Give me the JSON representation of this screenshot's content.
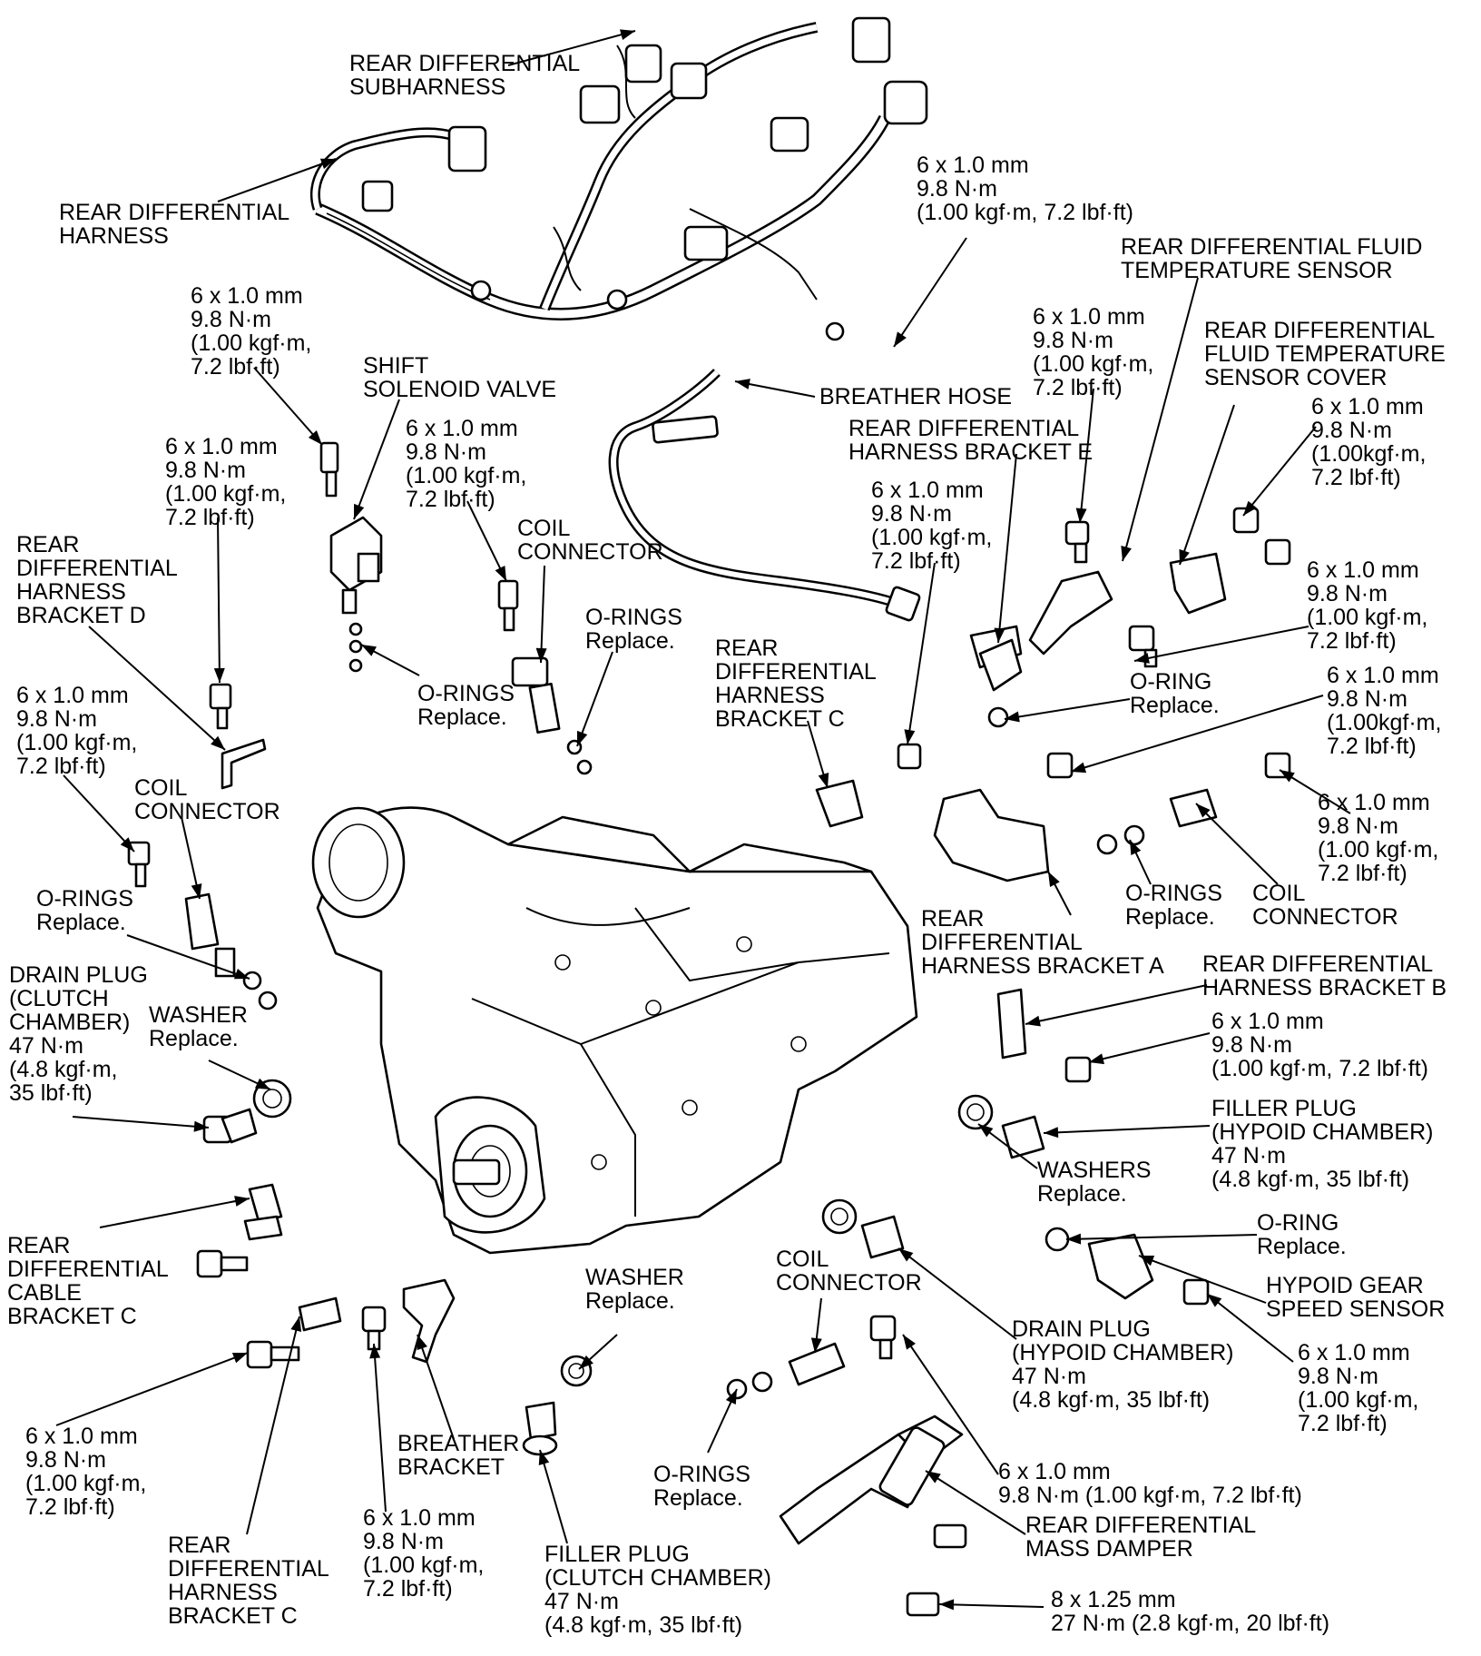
{
  "labels": {
    "rear_diff_subharness": [
      "REAR DIFFERENTIAL",
      "SUBHARNESS"
    ],
    "rear_diff_harness": [
      "REAR DIFFERENTIAL",
      "HARNESS"
    ],
    "torque_harness_bolt": [
      "6 x 1.0 mm",
      "9.8 N·m",
      "(1.00 kgf·m, 7.2 lbf·ft)"
    ],
    "fluid_temp_sensor": [
      "REAR DIFFERENTIAL FLUID",
      "TEMPERATURE SENSOR"
    ],
    "torque_left_top": [
      "6 x 1.0 mm",
      "9.8 N·m",
      "(1.00 kgf·m,",
      "7.2 lbf·ft)"
    ],
    "shift_solenoid": [
      "SHIFT",
      "SOLENOID VALVE"
    ],
    "breather_hose": [
      "BREATHER HOSE"
    ],
    "torque_sensor_bolt": [
      "6 x 1.0 mm",
      "9.8 N·m",
      "(1.00 kgf·m,",
      "7.2 lbf·ft)"
    ],
    "fluid_temp_cover": [
      "REAR DIFFERENTIAL",
      "FLUID TEMPERATURE",
      "SENSOR COVER"
    ],
    "torque_cover_bolts": [
      "6 x 1.0 mm",
      "9.8 N·m",
      "(1.00kgf·m,",
      "7.2 lbf·ft)"
    ],
    "bracket_e": [
      "REAR DIFFERENTIAL",
      "HARNESS BRACKET E"
    ],
    "torque_left_mid": [
      "6 x 1.0 mm",
      "9.8 N·m",
      "(1.00 kgf·m,",
      "7.2 lbf·ft)"
    ],
    "torque_center_top": [
      "6 x 1.0 mm",
      "9.8 N·m",
      "(1.00 kgf·m,",
      "7.2 lbf·ft)"
    ],
    "coil_connector_top": [
      "COIL",
      "CONNECTOR"
    ],
    "torque_bracket_c": [
      "6 x 1.0 mm",
      "9.8 N·m",
      "(1.00 kgf·m,",
      "7.2 lbf·ft)"
    ],
    "bracket_d": [
      "REAR",
      "DIFFERENTIAL",
      "HARNESS",
      "BRACKET D"
    ],
    "orings_center": [
      "O-RINGS",
      "Replace."
    ],
    "torque_right_mid1": [
      "6 x 1.0 mm",
      "9.8 N·m",
      "(1.00 kgf·m,",
      "7.2 lbf·ft)"
    ],
    "bracket_c_top": [
      "REAR",
      "DIFFERENTIAL",
      "HARNESS",
      "BRACKET C"
    ],
    "orings_solenoid": [
      "O-RINGS",
      "Replace."
    ],
    "oring_sensor": [
      "O-RING",
      "Replace."
    ],
    "torque_right_mid2": [
      "6 x 1.0 mm",
      "9.8 N·m",
      "(1.00kgf·m,",
      "7.2 lbf·ft)"
    ],
    "torque_left_low": [
      "6 x 1.0 mm",
      "9.8 N·m",
      "(1.00 kgf·m,",
      "7.2 lbf·ft)"
    ],
    "coil_connector_left": [
      "COIL",
      "CONNECTOR"
    ],
    "torque_right_mid3": [
      "6 x 1.0 mm",
      "9.8 N·m",
      "(1.00 kgf·m,",
      "7.2 lbf·ft)"
    ],
    "orings_left": [
      "O-RINGS",
      "Replace."
    ],
    "orings_right": [
      "O-RINGS",
      "Replace."
    ],
    "coil_connector_right": [
      "COIL",
      "CONNECTOR"
    ],
    "bracket_a": [
      "REAR",
      "DIFFERENTIAL",
      "HARNESS BRACKET A"
    ],
    "drain_plug_clutch": [
      "DRAIN PLUG",
      "(CLUTCH",
      "CHAMBER)",
      "47 N·m",
      "(4.8 kgf·m,",
      "35 lbf·ft)"
    ],
    "washer_left": [
      "WASHER",
      "Replace."
    ],
    "bracket_b": [
      "REAR DIFFERENTIAL",
      "HARNESS BRACKET B"
    ],
    "torque_bracket_b": [
      "6 x 1.0 mm",
      "9.8 N·m",
      "(1.00 kgf·m, 7.2 lbf·ft)"
    ],
    "filler_plug_hypoid": [
      "FILLER PLUG",
      "(HYPOID CHAMBER)",
      "47 N·m",
      "(4.8 kgf·m, 35 lbf·ft)"
    ],
    "washers_right": [
      "WASHERS",
      "Replace."
    ],
    "cable_bracket_c": [
      "REAR",
      "DIFFERENTIAL",
      "CABLE",
      "BRACKET C"
    ],
    "oring_speed": [
      "O-RING",
      "Replace."
    ],
    "coil_connector_bottom": [
      "COIL",
      "CONNECTOR"
    ],
    "washer_bottom": [
      "WASHER",
      "Replace."
    ],
    "hypoid_speed_sensor": [
      "HYPOID GEAR",
      "SPEED SENSOR"
    ],
    "drain_plug_hypoid": [
      "DRAIN PLUG",
      "(HYPOID CHAMBER)",
      "47 N·m",
      "(4.8 kgf·m, 35 lbf·ft)"
    ],
    "torque_speed_sensor": [
      "6 x 1.0 mm",
      "9.8 N·m",
      "(1.00 kgf·m,",
      "7.2 lbf·ft)"
    ],
    "torque_bottom_left": [
      "6 x 1.0 mm",
      "9.8 N·m",
      "(1.00 kgf·m,",
      "7.2 lbf·ft)"
    ],
    "breather_bracket": [
      "BREATHER",
      "BRACKET"
    ],
    "orings_bottom": [
      "O-RINGS",
      "Replace."
    ],
    "torque_coil_bottom": [
      "6 x 1.0 mm",
      "9.8 N·m (1.00 kgf·m, 7.2 lbf·ft)"
    ],
    "mass_damper": [
      "REAR DIFFERENTIAL",
      "MASS DAMPER"
    ],
    "bracket_c_bottom": [
      "REAR",
      "DIFFERENTIAL",
      "HARNESS",
      "BRACKET C"
    ],
    "torque_breather_bracket": [
      "6 x 1.0 mm",
      "9.8 N·m",
      "(1.00 kgf·m,",
      "7.2 lbf·ft)"
    ],
    "filler_plug_clutch": [
      "FILLER PLUG",
      "(CLUTCH CHAMBER)",
      "47 N·m",
      "(4.8 kgf·m, 35 lbf·ft)"
    ],
    "torque_damper": [
      "8 x 1.25 mm",
      "27 N·m (2.8 kgf·m, 20 lbf·ft)"
    ]
  }
}
